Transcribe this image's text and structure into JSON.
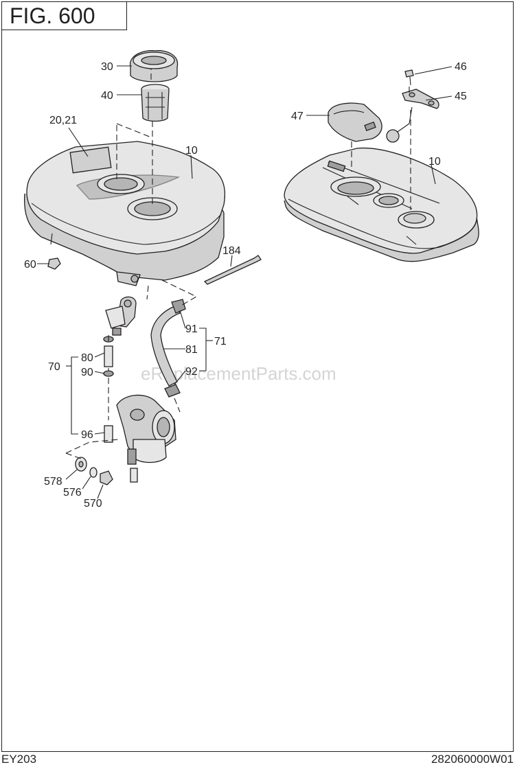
{
  "figure": {
    "title": "FIG.  600"
  },
  "footer": {
    "model": "EY203",
    "doc_number": "282060000W01"
  },
  "watermark": "eReplacementParts.com",
  "callouts": {
    "c30": "30",
    "c40": "40",
    "c2021": "20,21",
    "c10a": "10",
    "c10b": "10",
    "c46": "46",
    "c45": "45",
    "c47": "47",
    "c60": "60",
    "c184": "184",
    "c91": "91",
    "c71": "71",
    "c81": "81",
    "c92": "92",
    "c70": "70",
    "c80": "80",
    "c90": "90",
    "c96": "96",
    "c578": "578",
    "c576": "576",
    "c570": "570"
  }
}
